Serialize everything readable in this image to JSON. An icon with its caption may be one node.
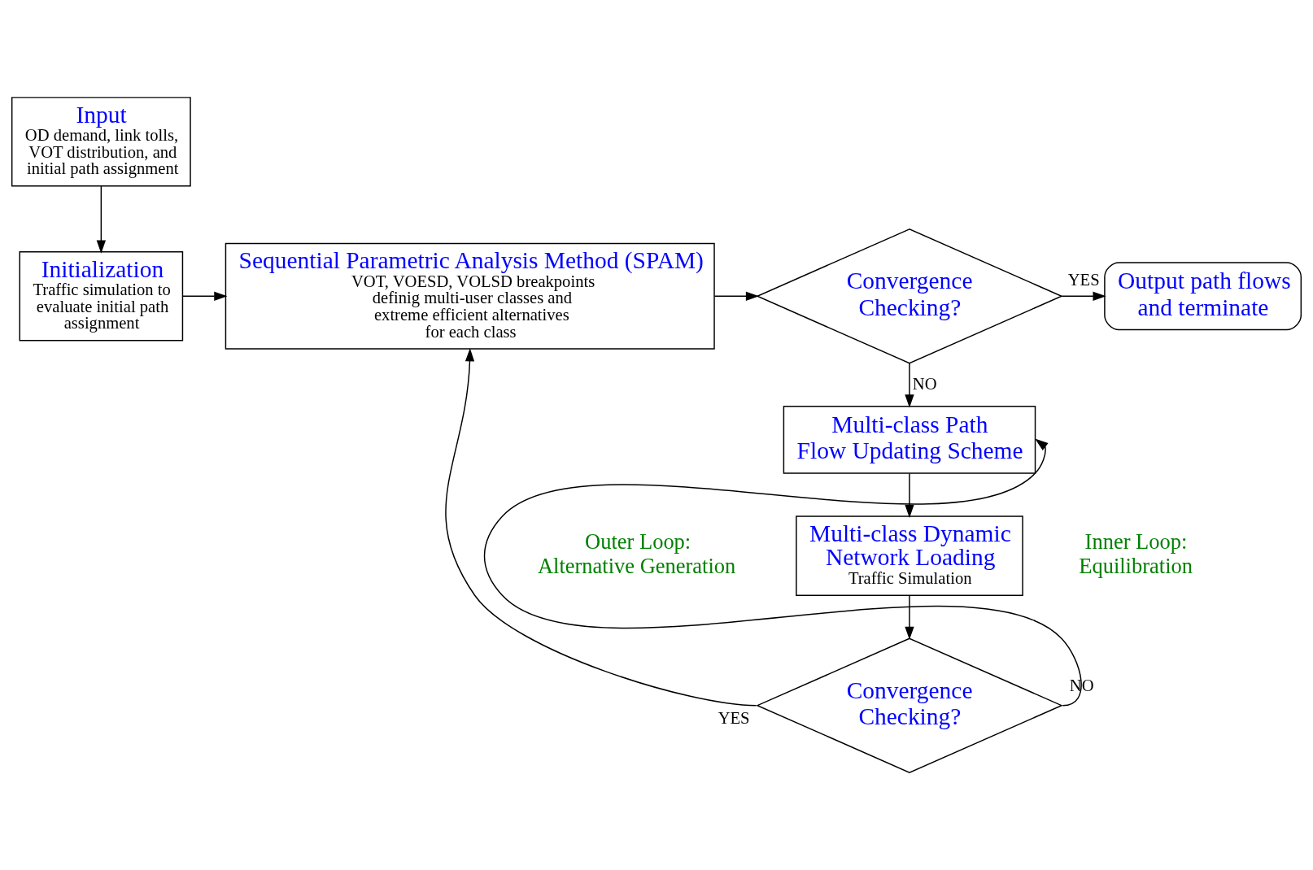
{
  "diagram": {
    "nodes": [
      {
        "text": [
          "Input",
          "OD demand, link tolls, VOT distribution, and initial path assignment"
        ]
      },
      {
        "text": [
          "Initialization",
          "Traffic simulation to evaluate initial path assignment"
        ]
      },
      {
        "text": [
          "Sequential Parametric Analysis Method (SPAM)",
          "VOT, VOESD, VOLSD breakpoints definig multi-user classes and extreme efficient alternatives for each class"
        ]
      },
      {
        "text": [
          "Convergence Checking?"
        ]
      },
      {
        "text": [
          "Output path flows and terminate"
        ]
      },
      {
        "text": [
          "Multi-class Path Flow Updating Scheme"
        ]
      },
      {
        "text": [
          "Multi-class Dynamic Network Loading",
          "Traffic Simulation"
        ]
      },
      {
        "text": [
          "Convergence Checking?"
        ]
      }
    ],
    "edges": [
      {
        "from": 0,
        "to": 1,
        "arrow": "to"
      },
      {
        "from": 1,
        "to": 2,
        "arrow": "to"
      },
      {
        "from": 2,
        "to": 3,
        "arrow": "to"
      },
      {
        "from": 3,
        "to": 4,
        "arrow": "to",
        "label": "YES"
      },
      {
        "from": 3,
        "to": 5,
        "arrow": "to",
        "label": "NO"
      },
      {
        "from": 5,
        "to": 6,
        "arrow": "to"
      },
      {
        "from": 6,
        "to": 7,
        "arrow": "to"
      },
      {
        "from": 7,
        "to": 2,
        "arrow": "to",
        "label": "YES"
      },
      {
        "from": 7,
        "to": 5,
        "arrow": "to",
        "label": "NO"
      }
    ],
    "labels": [
      "Outer Loop: Alternative Generation",
      "Inner Loop: Equilibration"
    ]
  }
}
